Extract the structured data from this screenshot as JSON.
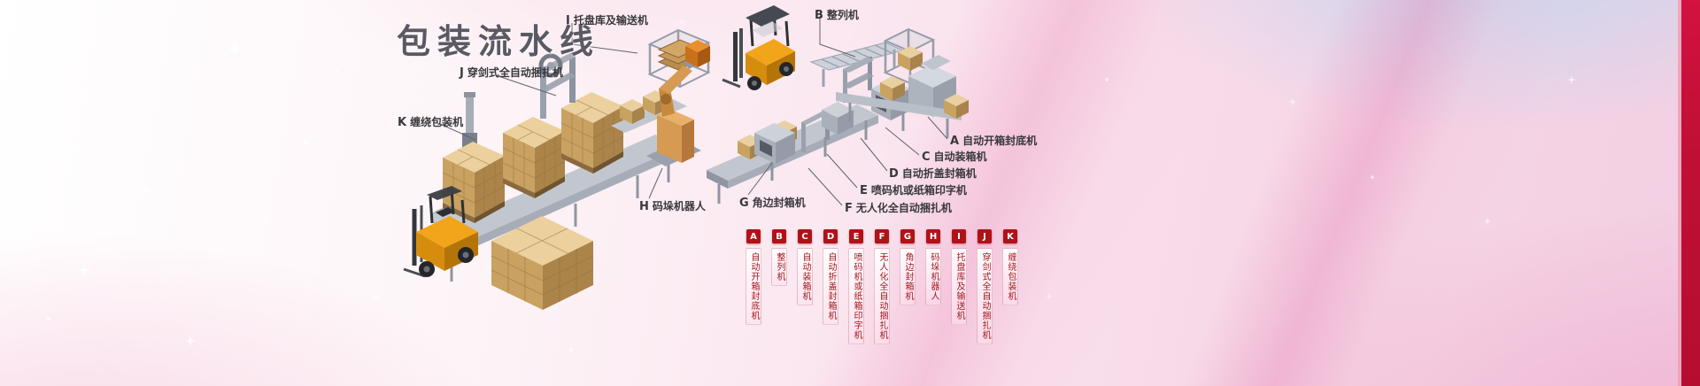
{
  "banner": {
    "title": "包装流水线"
  },
  "callouts": [
    {
      "letter": "K",
      "label": "缠绕包装机"
    },
    {
      "letter": "J",
      "label": "穿剑式全自动捆扎机"
    },
    {
      "letter": "I",
      "label": "托盘库及输送机"
    },
    {
      "letter": "B",
      "label": "整列机"
    },
    {
      "letter": "A",
      "label": "自动开箱封底机"
    },
    {
      "letter": "C",
      "label": "自动装箱机"
    },
    {
      "letter": "D",
      "label": "自动折盖封箱机"
    },
    {
      "letter": "E",
      "label": "喷码机或纸箱印字机"
    },
    {
      "letter": "F",
      "label": "无人化全自动捆扎机"
    },
    {
      "letter": "G",
      "label": "角边封箱机"
    },
    {
      "letter": "H",
      "label": "码垛机器人"
    }
  ],
  "legend": {
    "items": [
      {
        "letter": "A",
        "label": "自动开箱封底机"
      },
      {
        "letter": "B",
        "label": "整列机"
      },
      {
        "letter": "C",
        "label": "自动装箱机"
      },
      {
        "letter": "D",
        "label": "自动折盖封箱机"
      },
      {
        "letter": "E",
        "label": "喷码机或纸箱印字机"
      },
      {
        "letter": "F",
        "label": "无人化全自动捆扎机"
      },
      {
        "letter": "G",
        "label": "角边封箱机"
      },
      {
        "letter": "H",
        "label": "码垛机器人"
      },
      {
        "letter": "I",
        "label": "托盘库及输送机"
      },
      {
        "letter": "J",
        "label": "穿剑式全自动捆扎机"
      },
      {
        "letter": "K",
        "label": "缠绕包装机"
      }
    ]
  },
  "colors": {
    "accent_red_bar": "#c00f35",
    "legend_badge_red": "#b01218",
    "legend_text_red": "#a3161d",
    "title_gray": "#5a5964",
    "background_pink": "#f6d6e6"
  }
}
